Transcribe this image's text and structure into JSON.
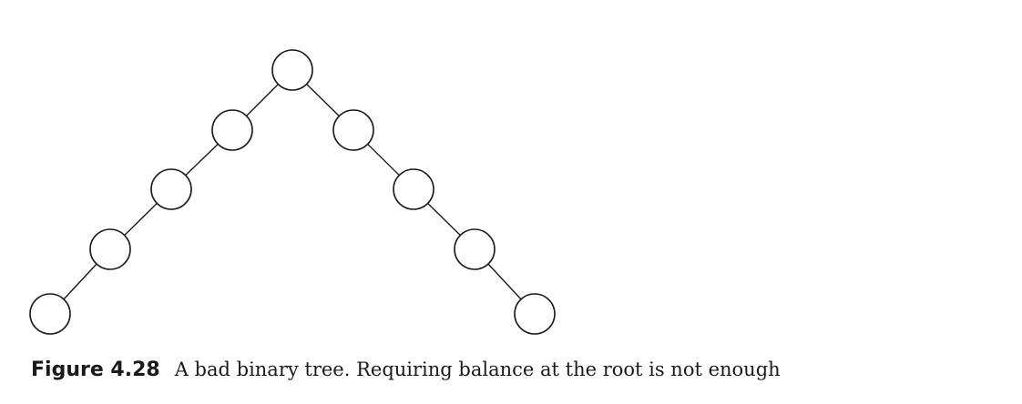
{
  "figure": {
    "label": "Figure 4.28",
    "caption": "A bad binary tree. Requiring balance at the root is not enough"
  },
  "tree": {
    "nodes": [
      {
        "id": "root"
      },
      {
        "id": "L1"
      },
      {
        "id": "L2"
      },
      {
        "id": "L3"
      },
      {
        "id": "L4"
      },
      {
        "id": "R1"
      },
      {
        "id": "R2"
      },
      {
        "id": "R3"
      },
      {
        "id": "R4"
      }
    ],
    "edges": [
      [
        "root",
        "L1"
      ],
      [
        "L1",
        "L2"
      ],
      [
        "L2",
        "L3"
      ],
      [
        "L3",
        "L4"
      ],
      [
        "root",
        "R1"
      ],
      [
        "R1",
        "R2"
      ],
      [
        "R2",
        "R3"
      ],
      [
        "R3",
        "R4"
      ]
    ]
  }
}
